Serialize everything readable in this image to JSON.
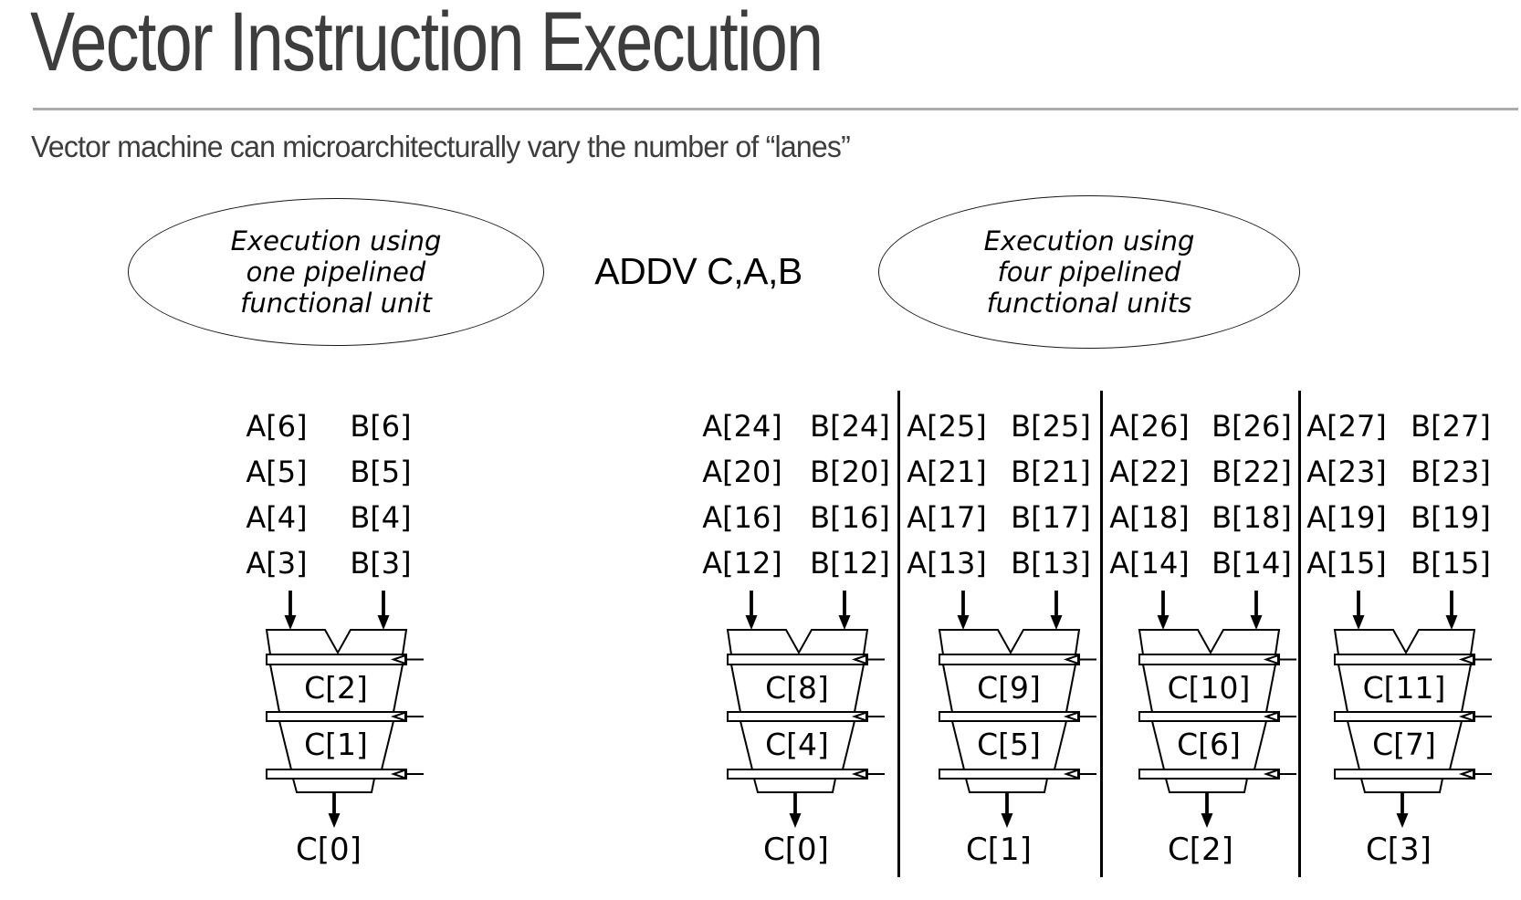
{
  "slide": {
    "title": "Vector Instruction Execution",
    "subtitle": "Vector machine can microarchitecturally vary the number of “lanes”",
    "instruction": "ADDV C,A,B"
  },
  "captions": {
    "left": "Execution using\none pipelined\nfunctional unit",
    "right": "Execution using\nfour pipelined\nfunctional units"
  },
  "colors": {
    "background": "#ffffff",
    "heading_text": "#3d3d3d",
    "title_rule": "#ababab",
    "diagram_stroke": "#000000"
  },
  "single_lane": {
    "operands": [
      {
        "a": "A[6]",
        "b": "B[6]"
      },
      {
        "a": "A[5]",
        "b": "B[5]"
      },
      {
        "a": "A[4]",
        "b": "B[4]"
      },
      {
        "a": "A[3]",
        "b": "B[3]"
      }
    ],
    "stages": [
      "C[2]",
      "C[1]"
    ],
    "output": "C[0]"
  },
  "lanes": [
    {
      "operands": [
        {
          "a": "A[24]",
          "b": "B[24]"
        },
        {
          "a": "A[20]",
          "b": "B[20]"
        },
        {
          "a": "A[16]",
          "b": "B[16]"
        },
        {
          "a": "A[12]",
          "b": "B[12]"
        }
      ],
      "stages": [
        "C[8]",
        "C[4]"
      ],
      "output": "C[0]"
    },
    {
      "operands": [
        {
          "a": "A[25]",
          "b": "B[25]"
        },
        {
          "a": "A[21]",
          "b": "B[21]"
        },
        {
          "a": "A[17]",
          "b": "B[17]"
        },
        {
          "a": "A[13]",
          "b": "B[13]"
        }
      ],
      "stages": [
        "C[9]",
        "C[5]"
      ],
      "output": "C[1]"
    },
    {
      "operands": [
        {
          "a": "A[26]",
          "b": "B[26]"
        },
        {
          "a": "A[22]",
          "b": "B[22]"
        },
        {
          "a": "A[18]",
          "b": "B[18]"
        },
        {
          "a": "A[14]",
          "b": "B[14]"
        }
      ],
      "stages": [
        "C[10]",
        "C[6]"
      ],
      "output": "C[2]"
    },
    {
      "operands": [
        {
          "a": "A[27]",
          "b": "B[27]"
        },
        {
          "a": "A[23]",
          "b": "B[23]"
        },
        {
          "a": "A[19]",
          "b": "B[19]"
        },
        {
          "a": "A[15]",
          "b": "B[15]"
        }
      ],
      "stages": [
        "C[11]",
        "C[7]"
      ],
      "output": "C[3]"
    }
  ]
}
